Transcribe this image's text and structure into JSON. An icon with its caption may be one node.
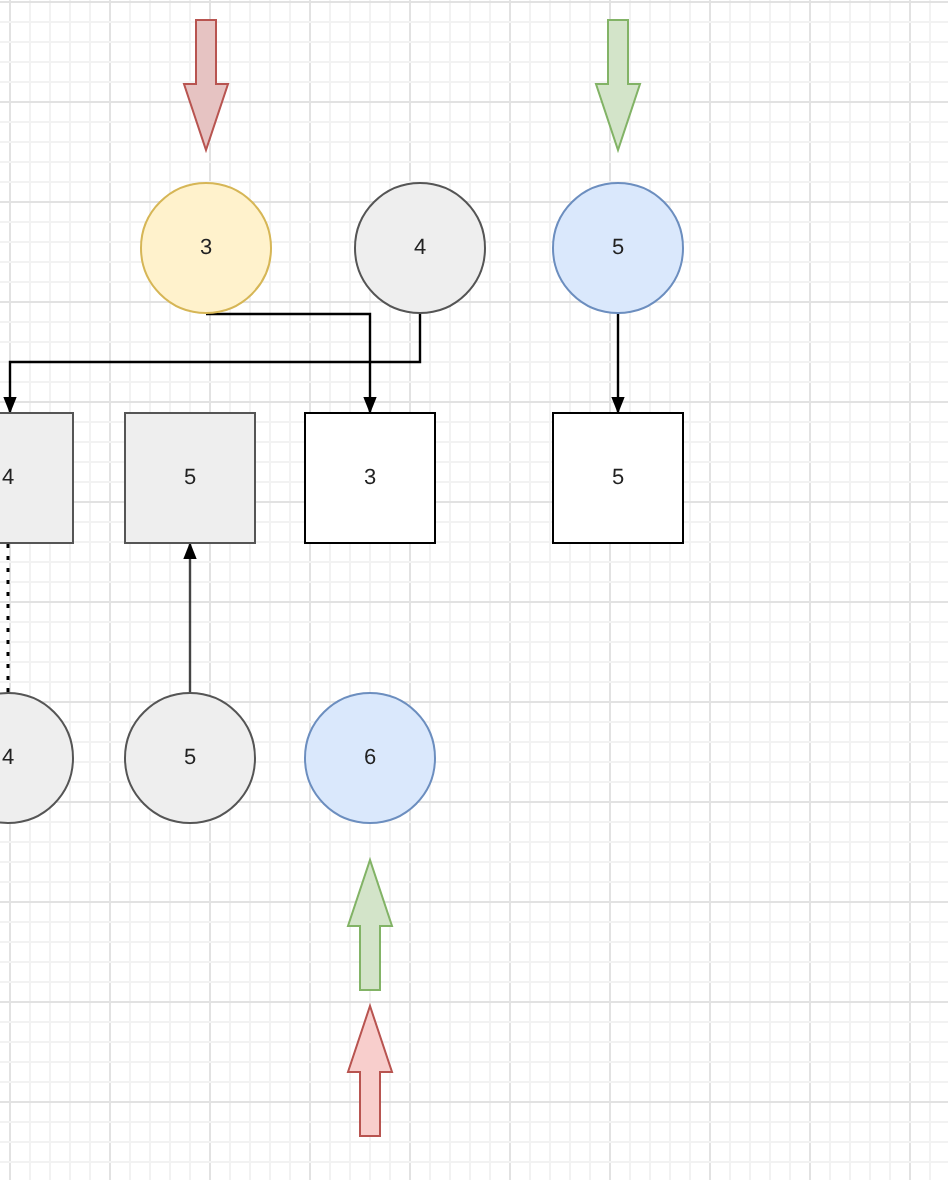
{
  "diagram": {
    "nodes": [
      {
        "text": [
          "3"
        ]
      },
      {
        "text": [
          "4"
        ]
      },
      {
        "text": [
          "5"
        ]
      },
      {
        "text": [
          "4"
        ]
      },
      {
        "text": [
          "5"
        ]
      },
      {
        "text": [
          "3"
        ]
      },
      {
        "text": [
          "5"
        ]
      },
      {
        "text": [
          "4"
        ]
      },
      {
        "text": [
          "5"
        ]
      },
      {
        "text": [
          "6"
        ]
      }
    ],
    "edges": [
      {
        "from": null,
        "to": 0,
        "arrow": "to",
        "style": "thick",
        "color": "#b85450"
      },
      {
        "from": null,
        "to": 2,
        "arrow": "to",
        "style": "thick",
        "color": "#82b366"
      },
      {
        "from": 0,
        "to": 5,
        "arrow": "to"
      },
      {
        "from": 1,
        "to": 3,
        "arrow": "to"
      },
      {
        "from": 2,
        "to": 6,
        "arrow": "to"
      },
      {
        "from": 8,
        "to": 4,
        "arrow": "to"
      },
      {
        "from": 7,
        "to": 3,
        "arrow": "none",
        "style": "dashed"
      },
      {
        "from": null,
        "to": 9,
        "arrow": "to",
        "style": "thick",
        "color": "#82b366"
      }
    ]
  }
}
